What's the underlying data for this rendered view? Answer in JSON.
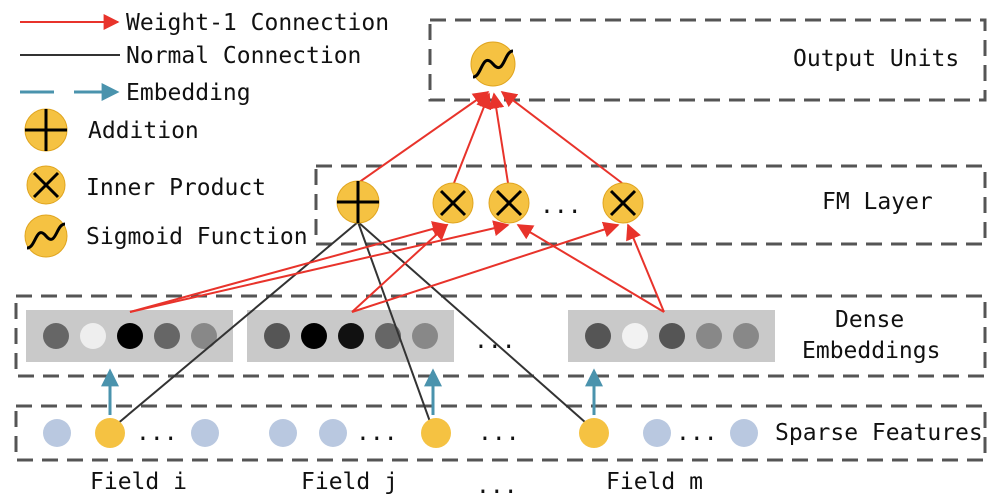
{
  "legend": {
    "weight1": "Weight-1 Connection",
    "normal": "Normal Connection",
    "embedding": "Embedding",
    "addition": "Addition",
    "inner_product": "Inner Product",
    "sigmoid": "Sigmoid Function"
  },
  "layers": {
    "output": "Output Units",
    "fm": "FM Layer",
    "dense_line1": "Dense",
    "dense_line2": "Embeddings",
    "sparse": "Sparse Features"
  },
  "fields": {
    "i": "Field i",
    "j": "Field j",
    "m": "Field m",
    "ellipsis": "..."
  },
  "ellipsis": {
    "fm": "...",
    "dense": "...",
    "sparse_i": "...",
    "sparse_j": "...",
    "sparse_mid": "...",
    "sparse_m": "..."
  },
  "colors": {
    "node_yellow": "#f5c242",
    "node_stroke": "#e0a520",
    "weight1": "#e8332b",
    "normal": "#333333",
    "embedding": "#4a93ad",
    "box_bg": "#c9c9c9",
    "sparse_blue": "#b9c8e0",
    "dashed": "#555555"
  },
  "dense_groups": [
    [
      "#666666",
      "#eeeeee",
      "#000000",
      "#666666",
      "#888888"
    ],
    [
      "#555555",
      "#000000",
      "#111111",
      "#666666",
      "#888888"
    ],
    [
      "#555555",
      "#f2f2f2",
      "#555555",
      "#888888",
      "#888888"
    ]
  ]
}
